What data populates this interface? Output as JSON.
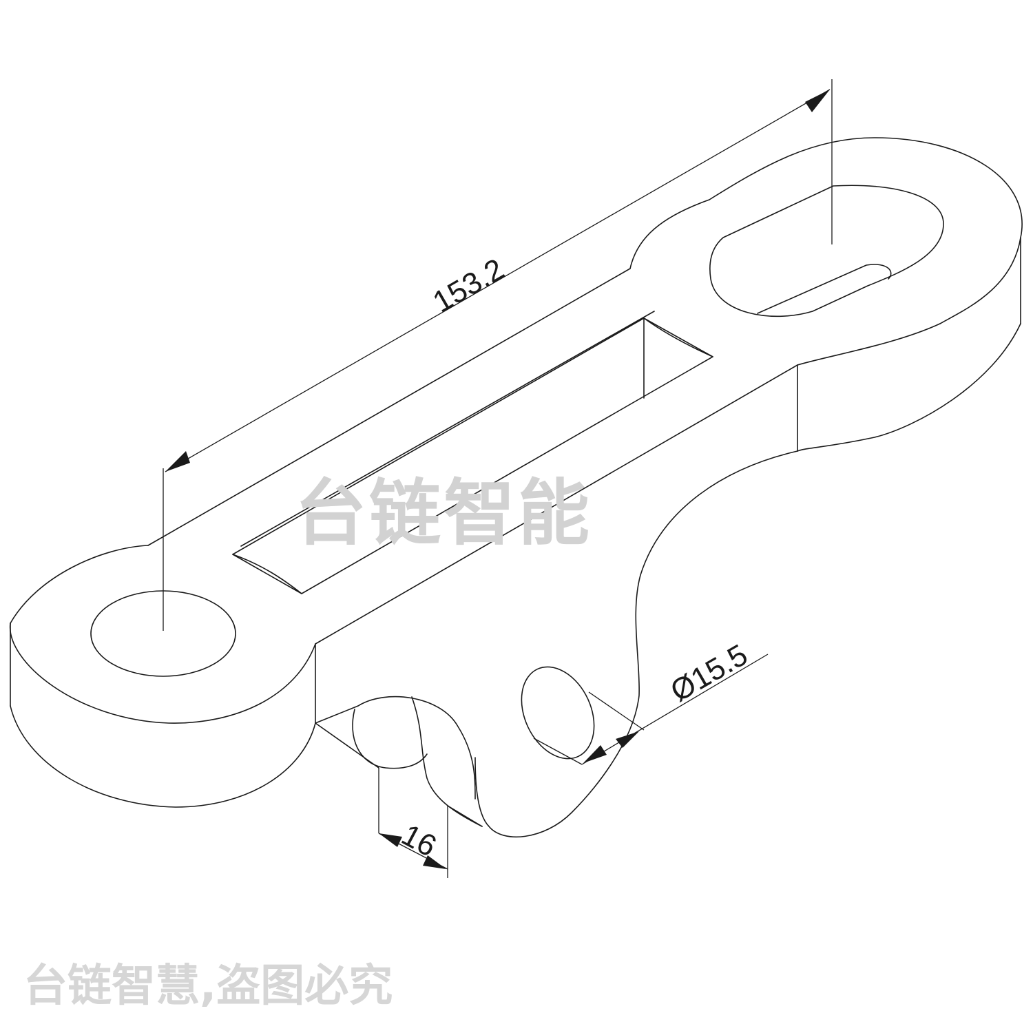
{
  "drawing": {
    "dimensions": {
      "length": "153.2",
      "hole_diameter": "Ø15.5",
      "thickness": "16"
    }
  },
  "watermarks": {
    "center": "台链智能",
    "bottom": "台链智慧,盗图必究"
  }
}
